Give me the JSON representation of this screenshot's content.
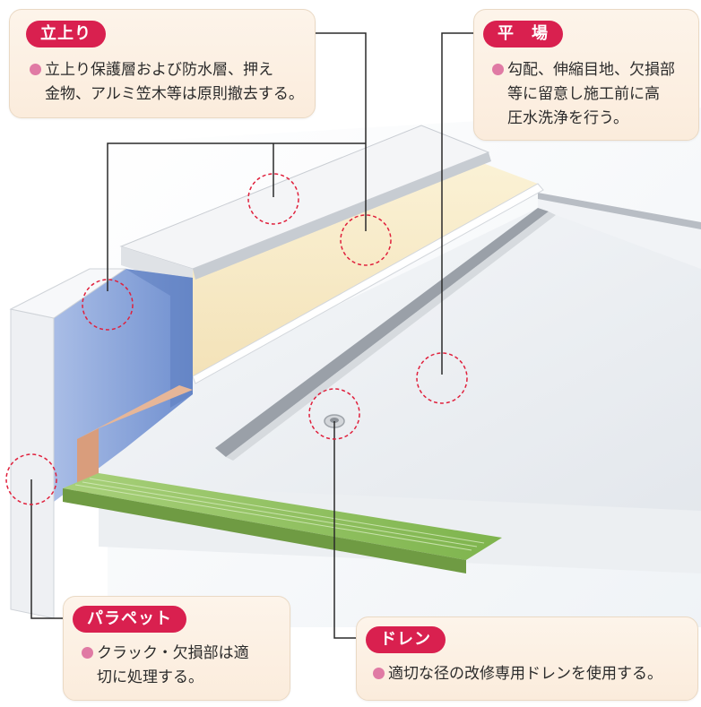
{
  "callouts": {
    "tachiagari": {
      "title": "立上り",
      "lines": [
        "立上り保護層および防水層、押え",
        "金物、アルミ笠木等は原則撤去する。"
      ]
    },
    "hiraba": {
      "title": "平　場",
      "lines": [
        "勾配、伸縮目地、欠損部",
        "等に留意し施工前に高",
        "圧水洗浄を行う。"
      ]
    },
    "parapet": {
      "title": "パラペット",
      "lines": [
        "クラック・欠損部は適",
        "切に処理する。"
      ]
    },
    "drain": {
      "title": "ドレン",
      "lines": [
        "適切な径の改修専用ドレンを使用する。"
      ]
    }
  },
  "colors": {
    "tag": "#d9204f",
    "marker_circle": "#e0203c",
    "bullet": "#e07aa4",
    "waterproof_layer": "#7f9fd6",
    "insulation": "#f7ecc8",
    "drain_gutter": "#8fbf5e",
    "brick": "#d99d7c"
  }
}
